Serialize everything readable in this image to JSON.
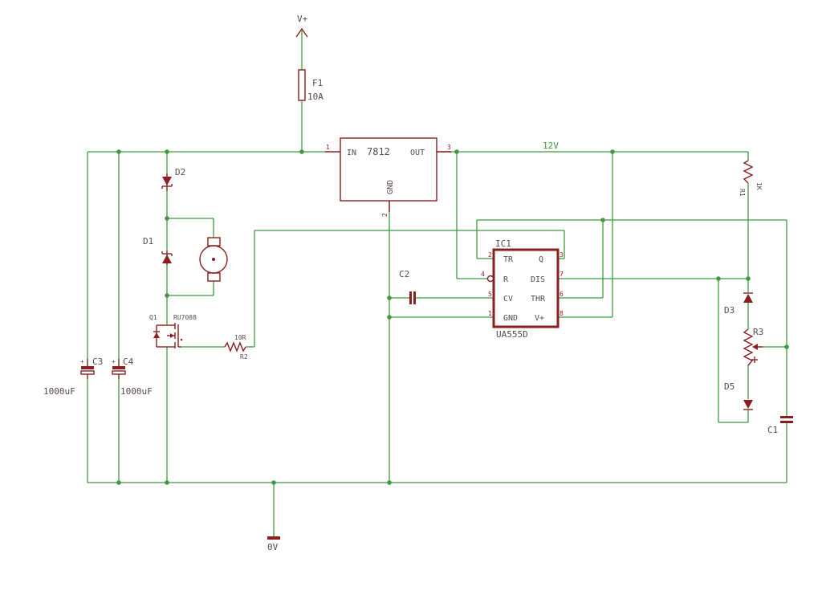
{
  "colors": {
    "wire": "#3f9a3f",
    "part": "#8b1e1e",
    "text": "#5a4a4a"
  },
  "supply": {
    "vplus": "V+",
    "ground": "0V",
    "net_12v": "12V"
  },
  "fuse": {
    "name": "F1",
    "value": "10A"
  },
  "regulator": {
    "in": "IN",
    "model": "7812",
    "out": "OUT",
    "gnd": "GND",
    "pin1": "1",
    "pin2": "2",
    "pin3": "3"
  },
  "diodes": {
    "d1": "D1",
    "d2": "D2",
    "d3": "D3",
    "d5": "D5"
  },
  "mosfet": {
    "name": "Q1",
    "model": "RU7088"
  },
  "resistors": {
    "r2_name": "R2",
    "r2_value": "10R",
    "r1_name": "R1",
    "r1_value": "1K",
    "r3_name": "R3"
  },
  "capacitors": {
    "c1": "C1",
    "c2": "C2",
    "c3": "C3",
    "c4": "C4",
    "c3_value": "1000uF",
    "c4_value": "1000uF"
  },
  "timer": {
    "ref": "IC1",
    "model": "UA555D",
    "pins": {
      "tr": "TR",
      "q": "Q",
      "r": "R",
      "dis": "DIS",
      "cv": "CV",
      "thr": "THR",
      "gnd": "GND",
      "vplus": "V+"
    },
    "pin_numbers": {
      "tr": "2",
      "q": "3",
      "r": "4",
      "dis": "7",
      "cv": "5",
      "thr": "6",
      "gnd": "1",
      "vplus": "8"
    }
  }
}
